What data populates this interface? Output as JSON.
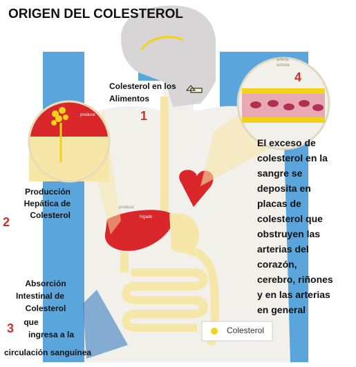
{
  "title": "ORIGEN DEL COLESTEROL",
  "labels": {
    "food": "Colesterol en los Alimentos",
    "liver": "Producción Hepática de Colesterol",
    "intestine_l1": "Absorción",
    "intestine_l2": "Intestinal de",
    "intestine_l3": "Colesterol",
    "intestine_l4": "que",
    "intestine_l5": "ingresa a la",
    "intestine_l6": "circulación sanguínea",
    "arteries_l1": "El exceso de",
    "arteries_l2": "colesterol en la",
    "arteries_l3": "sangre se",
    "arteries_l4": "deposita en",
    "arteries_l5": "placas de",
    "arteries_l6": "colesterol que",
    "arteries_l7": "obstruyen las",
    "arteries_l8": "arterias del",
    "arteries_l9": "corazón,",
    "arteries_l10": "cerebro, riñones",
    "arteries_l11": "y en las arterias",
    "arteries_l12": "en general"
  },
  "numbers": {
    "n1": "1",
    "n2": "2",
    "n3": "3",
    "n4": "4"
  },
  "small_labels": {
    "arteria_1": "arteria",
    "arteria_2": "ochiste",
    "produce_top": "produce",
    "produce_mid": "produce",
    "higado": "hígado"
  },
  "legend": {
    "label": "Colesterol"
  },
  "colors": {
    "blue": "#5aa6dc",
    "skin": "#f6e6a8",
    "liver": "#d9262a",
    "cholesterol": "#f3d21a",
    "red_number": "#c7342b"
  }
}
